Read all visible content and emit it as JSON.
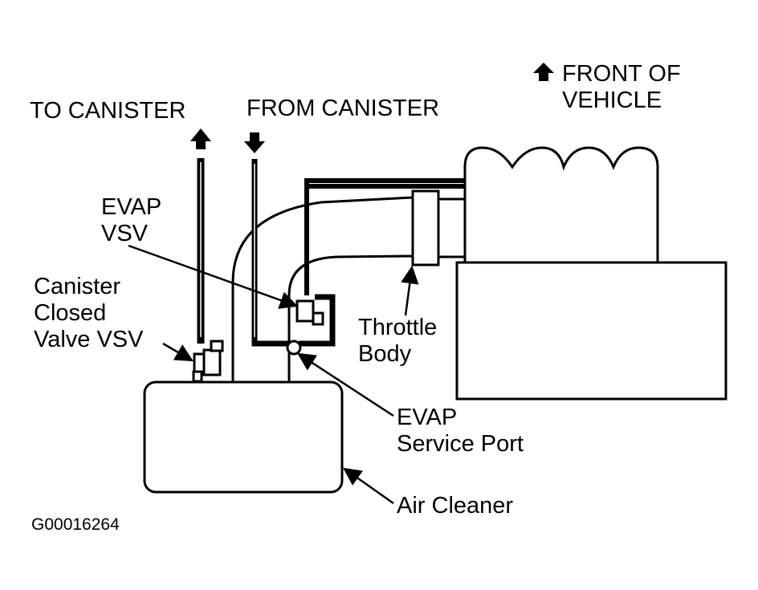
{
  "labels": {
    "front_of_vehicle": [
      "FRONT OF",
      "VEHICLE"
    ],
    "to_canister": "TO CANISTER",
    "from_canister": "FROM CANISTER",
    "evap_vsv": [
      "EVAP",
      "VSV"
    ],
    "canister_closed_valve_vsv": [
      "Canister",
      "Closed",
      "Valve VSV"
    ],
    "throttle_body": [
      "Throttle",
      "Body"
    ],
    "evap_service_port": [
      "EVAP",
      "Service Port"
    ],
    "air_cleaner": "Air Cleaner",
    "figure_code": "G00016264"
  },
  "colors": {
    "ink": "#000000",
    "background": "#ffffff"
  }
}
